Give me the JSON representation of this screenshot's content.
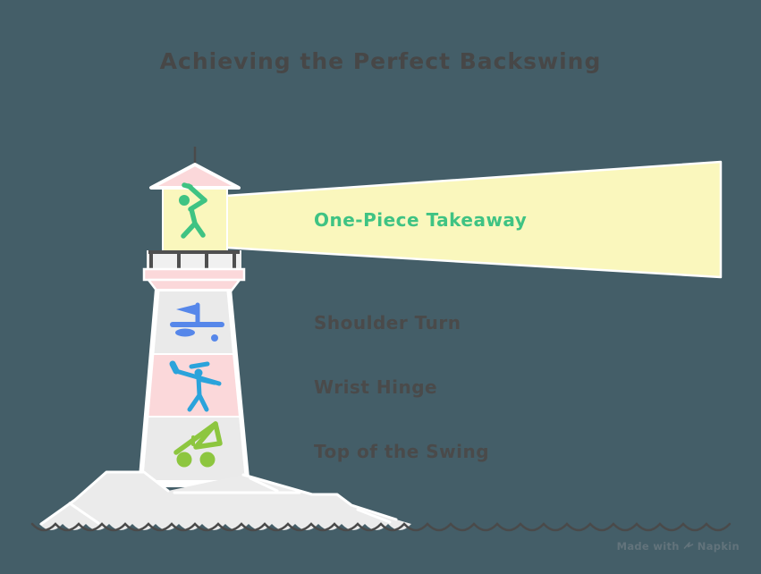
{
  "title": "Achieving the Perfect Backswing",
  "diagram": {
    "kind": "lighthouse-beacon",
    "beam_step": {
      "label": "One-Piece Takeaway",
      "icon": "golfer-backswing-icon",
      "text_color": "#3FC383",
      "beam_color": "#FAF7BD"
    },
    "tower_steps": [
      {
        "label": "Shoulder Turn",
        "icon": "golf-flag-hole-icon",
        "icon_color": "#5687EA",
        "band_color": "#EAEAEA"
      },
      {
        "label": "Wrist Hinge",
        "icon": "golfer-address-icon",
        "icon_color": "#2BA3DB",
        "band_color": "#FBD8DA"
      },
      {
        "label": "Top of the Swing",
        "icon": "golf-push-cart-icon",
        "icon_color": "#8DC63F",
        "band_color": "#EAEAEA"
      }
    ]
  },
  "colors": {
    "background": "#445E68",
    "beam_yellow": "#FAF7BD",
    "roof_pink": "#FBD8DA",
    "tower_white": "#FFFFFF",
    "band_gray": "#EAEAEA",
    "rock_gray": "#EBEBEB",
    "wave_dark": "#4A4A4A",
    "text_dark": "#4A4A4A"
  },
  "watermark": {
    "text": "Made with",
    "brand": "Napkin",
    "icon": "napkin-logo-icon"
  }
}
